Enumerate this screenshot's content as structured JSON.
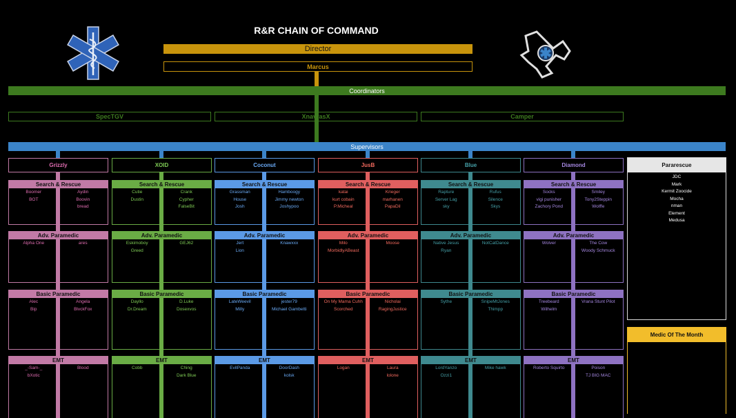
{
  "title": "R&R CHAIN OF COMMAND",
  "director": {
    "label": "Director",
    "name": "Marcus"
  },
  "coordinators": {
    "label": "Coordinators",
    "names": [
      "SpecTGV",
      "XnavrasX",
      "Camper"
    ]
  },
  "supervisors": {
    "label": "Supervisors"
  },
  "colors": {
    "director": "#c8940c",
    "coordinators": "#3d7a1f",
    "supervisors": "#3b84c9",
    "pararescue": "#e6e6e6",
    "motm": "#f2bd2b"
  },
  "icons": {
    "left": "star-of-life-icon",
    "right": "wrench-star-of-life-icon"
  },
  "columns": [
    {
      "supervisor": "Grizzly",
      "color": "#c27aa6",
      "text": "#e06db1",
      "sections": [
        {
          "name": "Search & Rescue",
          "left": [
            "Boomer",
            "BOT"
          ],
          "right": [
            "Aydin",
            "Boovin",
            "bread"
          ]
        },
        {
          "name": "Adv. Paramedic",
          "left": [
            "Alpha One"
          ],
          "right": [
            "ares"
          ]
        },
        {
          "name": "Basic Paramedic",
          "left": [
            "Alec",
            "Bip"
          ],
          "right": [
            "Angela",
            "BlvckFox"
          ]
        },
        {
          "name": "EMT",
          "left": [
            "_-Sam-_",
            "bXotic"
          ],
          "right": [
            "Blood"
          ]
        }
      ]
    },
    {
      "supervisor": "XOID",
      "color": "#6aac45",
      "text": "#7fcc55",
      "sections": [
        {
          "name": "Search & Rescue",
          "left": [
            "Cutie",
            "Dustin"
          ],
          "right": [
            "Crank",
            "Cypher",
            "FalseBit"
          ]
        },
        {
          "name": "Adv. Paramedic",
          "left": [
            "Eskimoboy",
            "Greed"
          ],
          "right": [
            "GEJ62"
          ]
        },
        {
          "name": "Basic Paramedic",
          "left": [
            "Dayllo",
            "Dr.Dream"
          ],
          "right": [
            "D.Luke",
            "Dosexvos"
          ]
        },
        {
          "name": "EMT",
          "left": [
            "Cobb"
          ],
          "right": [
            "Ching",
            "Dark Blue"
          ]
        }
      ]
    },
    {
      "supervisor": "Coconut",
      "color": "#5b9ae6",
      "text": "#6aaaf5",
      "sections": [
        {
          "name": "Search & Rescue",
          "left": [
            "Grassman",
            "House",
            "Josh"
          ],
          "right": [
            "Hamboogy",
            "Jimmy newton",
            "Joshypoo"
          ]
        },
        {
          "name": "Adv. Paramedic",
          "left": [
            "Jert",
            "Lion"
          ],
          "right": [
            "Knawxxx"
          ]
        },
        {
          "name": "Basic Paramedic",
          "left": [
            "LateWeevil",
            "Milly"
          ],
          "right": [
            "jester79",
            "Michael Gambetti"
          ]
        },
        {
          "name": "EMT",
          "left": [
            "EvilPanda"
          ],
          "right": [
            "DoorDash",
            "kolsk"
          ]
        }
      ]
    },
    {
      "supervisor": "JusB",
      "color": "#e05f5f",
      "text": "#f26a5e",
      "sections": [
        {
          "name": "Search & Rescue",
          "left": [
            "katai",
            "kurt cobain",
            "P.Micheal"
          ],
          "right": [
            "Krieger",
            "marhanen",
            "PapaDil"
          ]
        },
        {
          "name": "Adv. Paramedic",
          "left": [
            "Milo",
            "MorbidlyABeast"
          ],
          "right": [
            "Moose"
          ]
        },
        {
          "name": "Basic Paramedic",
          "left": [
            "On My Mama Cuhh",
            "Scorched"
          ],
          "right": [
            "Nicholai",
            "RagingJustice"
          ]
        },
        {
          "name": "EMT",
          "left": [
            "Logan"
          ],
          "right": [
            "Laura",
            "lolone"
          ]
        }
      ]
    },
    {
      "supervisor": "Blue",
      "color": "#3f8a8f",
      "text": "#45a0a8",
      "sections": [
        {
          "name": "Search & Rescue",
          "left": [
            "Rapture",
            "Server Lag",
            "sky"
          ],
          "right": [
            "Rufus",
            "Silence",
            "Skys"
          ]
        },
        {
          "name": "Adv. Paramedic",
          "left": [
            "Native Jesus",
            "Ryan"
          ],
          "right": [
            "NotCatDance"
          ]
        },
        {
          "name": "Basic Paramedic",
          "left": [
            "Sythe"
          ],
          "right": [
            "SnipeMtJones",
            "Thimpp"
          ]
        },
        {
          "name": "EMT",
          "left": [
            "LordYanzo",
            "Ozzi1"
          ],
          "right": [
            "Mike hawk"
          ]
        }
      ]
    },
    {
      "supervisor": "Diamond",
      "color": "#8e72c2",
      "text": "#a587e0",
      "sections": [
        {
          "name": "Search & Rescue",
          "left": [
            "Socks",
            "vigi punisher",
            "Zachory Pond"
          ],
          "right": [
            "Smiley",
            "Tony2Steppin",
            "Wolffe"
          ]
        },
        {
          "name": "Adv. Paramedic",
          "left": [
            "Wolver"
          ],
          "right": [
            "The Cow",
            "Woody Schmuck"
          ]
        },
        {
          "name": "Basic Paramedic",
          "left": [
            "Treebeard",
            "Wilhelm"
          ],
          "right": [
            "Vrana Stunt Pilot"
          ]
        },
        {
          "name": "EMT",
          "left": [
            "Roberto Squirto"
          ],
          "right": [
            "Poison",
            "TJ BIG MAC"
          ]
        }
      ]
    }
  ],
  "pararescue": {
    "label": "Pararescue",
    "names": [
      "JDC",
      "Mark",
      "Kermit Zoocide",
      "Mocha",
      "nman",
      "Element",
      "Medusa"
    ]
  },
  "medic_of_month": {
    "label": "Medic Of The Month"
  }
}
